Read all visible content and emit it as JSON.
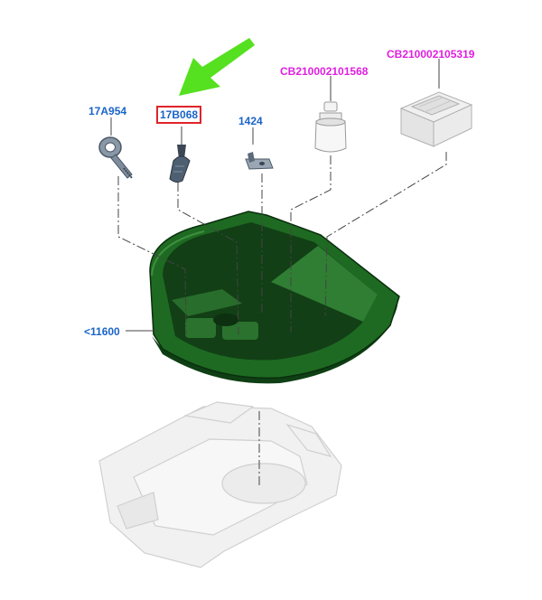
{
  "colors": {
    "part_number_label": "#1a64c8",
    "supplier_number_label": "#e01ee0",
    "highlight_box": "#e0242a",
    "pointer_arrow": "#55e020",
    "tray_dark": "#0f3f14",
    "tray_mid": "#1e6a22",
    "tray_light": "#3f8f3f",
    "leader_line": "#444444"
  },
  "callouts": [
    {
      "id": "tow-eye",
      "label": "17A954",
      "kind": "part_number"
    },
    {
      "id": "jack-handle",
      "label": "17B068",
      "kind": "part_number",
      "highlighted": true
    },
    {
      "id": "bracket",
      "label": "1424",
      "kind": "part_number"
    },
    {
      "id": "bottle",
      "label": "CB210002101568",
      "kind": "supplier_number"
    },
    {
      "id": "kit-box",
      "label": "CB210002105319",
      "kind": "supplier_number"
    },
    {
      "id": "tray",
      "label": "<11600",
      "kind": "part_number"
    }
  ],
  "icons": {
    "pointer": "green-pointer-arrow-icon",
    "tow_eye": "tow-eye-icon",
    "jack_handle": "jack-handle-icon",
    "bracket": "bracket-icon",
    "bottle": "sealant-bottle-icon",
    "kit_box": "compressor-box-icon",
    "tray": "spare-wheel-tray-icon",
    "floor": "vehicle-floor-pan-icon"
  }
}
